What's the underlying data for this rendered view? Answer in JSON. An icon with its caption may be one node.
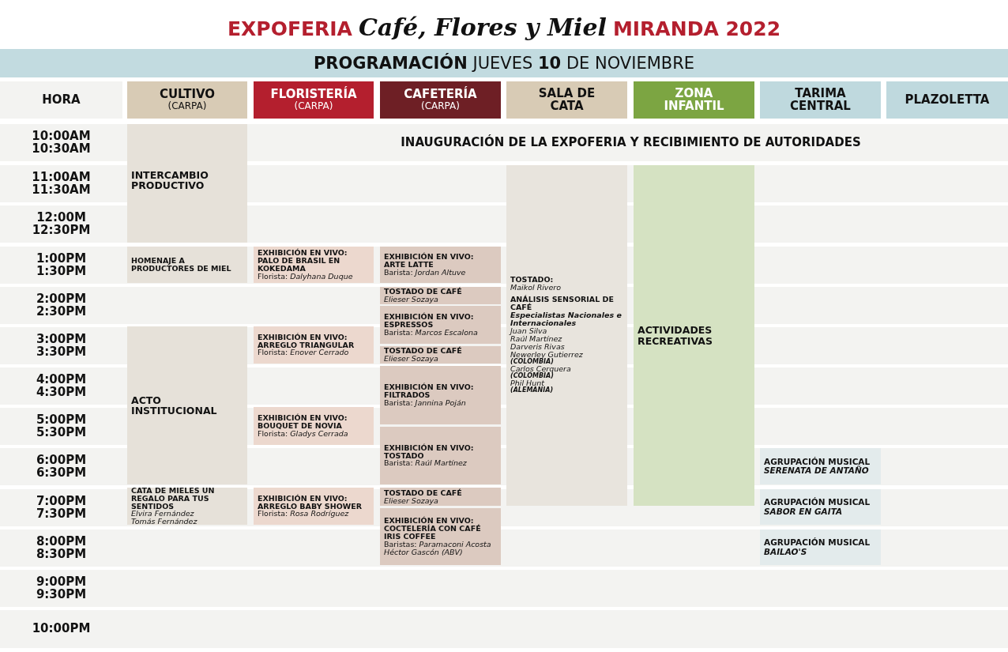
{
  "diagram": {
    "title": "**EXPOFERIA** *Café, Flores y Miel* **MIRANDA 2022**",
    "caption": "**PROGRAMACIÓN** JUEVES **10** DE NOVIEMBRE",
    "labels": [
      "HORA",
      "CULTIVO",
      "(CARPA)",
      "FLORISTERÍA",
      "(CARPA)",
      "CAFETERÍA",
      "(CARPA)",
      "SALA DE CATA",
      "ZONA INFANTIL",
      "TARIMA CENTRAL",
      "PLAZOLETTA",
      "10:00AM",
      "10:30AM",
      "INAUGURACIÓN DE LA EXPOFERIA Y RECIBIMIENTO DE AUTORIDADES",
      "11:00AM",
      "11:30AM",
      "INTERCAMBIO PRODUCTIVO",
      "12:00M",
      "12:30PM",
      "1:00PM",
      "1:30PM",
      "HOMENAJE A PRODUCTORES DE MIEL",
      "EXHIBICIÓN EN VIVO: PALO DE BRASIL EN KOKEDAMA",
      "Florista: *Dalyhana Duque*",
      "EXHIBICIÓN EN VIVO: ARTE LATTE",
      "Barista: *Jordan Altuve*",
      "2:00PM",
      "2:30PM",
      "TOSTADO DE CAFÉ",
      "Elieser Sozaya",
      "TOSTADO:",
      "Maikol Rivero",
      "ANÁLISIS SENSORIAL DE CAFÉ",
      "Especialistas Nacionales e Internacionales",
      "Juan Silva",
      "Raúl Martínez",
      "Darveris Rivas",
      "Newerley Gutierrez",
      "(COLOMBIA)",
      "Carlos Cerquera",
      "(COLOMBIA)",
      "Phil Hunt",
      "(ALEMANIA)",
      "3:00PM",
      "3:30PM",
      "EXHIBICIÓN EN VIVO: ARREGLO TRIANGULAR",
      "Florista: *Enover Cerrado*",
      "EXHIBICIÓN EN VIVO: ESPRESSOS",
      "Barista: *Marcos Escalona*",
      "TOSTADO DE CAFÉ",
      "Elieser Sozaya",
      "ACTIVIDADES RECREATIVAS",
      "4:00PM",
      "4:30PM",
      "EXHIBICIÓN EN VIVO: FILTRADOS",
      "Barista: *Jannina Poján*",
      "5:00PM",
      "5:30PM",
      "ACTO INSTITUCIONAL",
      "EXHIBICIÓN EN VIVO: BOUQUET DE NOVIA",
      "Florista: *Gladys Cerrada*",
      "6:00PM",
      "6:30PM",
      "EXHIBICIÓN EN VIVO: TOSTADO",
      "Barista: *Raúl Martínez*",
      "AGRUPACIÓN MUSICAL",
      "SERENATA DE ANTAÑO",
      "7:00PM",
      "7:30PM",
      "CATA DE MIELES UN REGALO PARA TUS SENTIDOS",
      "Elvira Fernández",
      "Tomás Fernández",
      "EXHIBICIÓN EN VIVO: ARREGLO BABY SHOWER",
      "Florista: *Rosa Rodríguez*",
      "TOSTADO DE CAFÉ",
      "Elieser Sozaya",
      "AGRUPACIÓN MUSICAL",
      "SABOR EN GAITA",
      "8:00PM",
      "8:30PM",
      "EXHIBICIÓN EN VIVO: COCTELERÍA CON CAFÉ",
      "IRIS COFFEE",
      "Baristas: *Paramaconi Acosta*",
      "Héctor Gascón (ABV)",
      "AGRUPACIÓN MUSICAL",
      "BAILAO'S",
      "9:00PM",
      "9:30PM",
      "10:00PM"
    ]
  }
}
